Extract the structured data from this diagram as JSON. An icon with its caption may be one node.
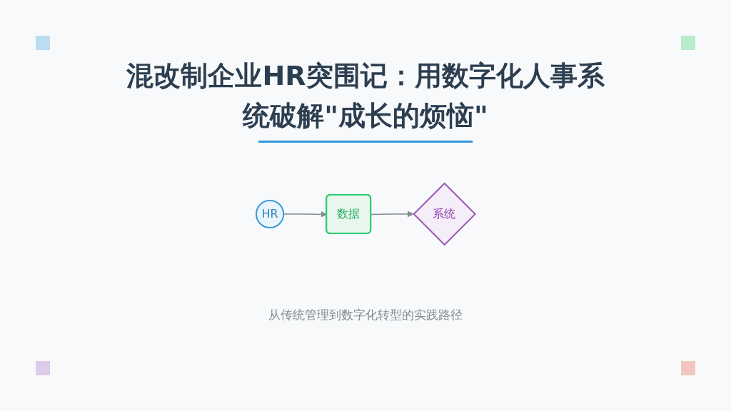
{
  "diagram": {
    "title": "混改制企业HR突围记：用数字化人事系统破解\"成长的烦恼\"",
    "caption": "从传统管理到数字化转型的实践路径",
    "nodes": [
      {
        "text": [
          "HR"
        ]
      },
      {
        "text": [
          "数据"
        ]
      },
      {
        "text": [
          "系统"
        ]
      }
    ],
    "edges": [
      {
        "from": 0,
        "to": 1,
        "arrow": "to"
      },
      {
        "from": 1,
        "to": 2,
        "arrow": "to"
      }
    ]
  }
}
